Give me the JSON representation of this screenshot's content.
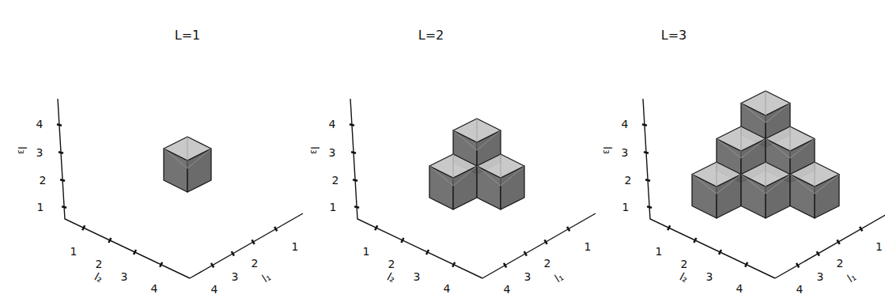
{
  "diagram": {
    "labels": [
      "L=1",
      "1",
      "2",
      "3",
      "4",
      "l₃",
      "1",
      "2",
      "3",
      "4",
      "l₂",
      "4",
      "3",
      "2",
      "1",
      "l₁",
      "L=2",
      "1",
      "2",
      "3",
      "4",
      "l₃",
      "1",
      "2",
      "3",
      "4",
      "l₂",
      "4",
      "3",
      "2",
      "1",
      "l₁",
      "L=3",
      "1",
      "2",
      "3",
      "4",
      "l₃",
      "1",
      "2",
      "3",
      "4",
      "l₂",
      "4",
      "3",
      "2",
      "1",
      "l₁"
    ]
  }
}
